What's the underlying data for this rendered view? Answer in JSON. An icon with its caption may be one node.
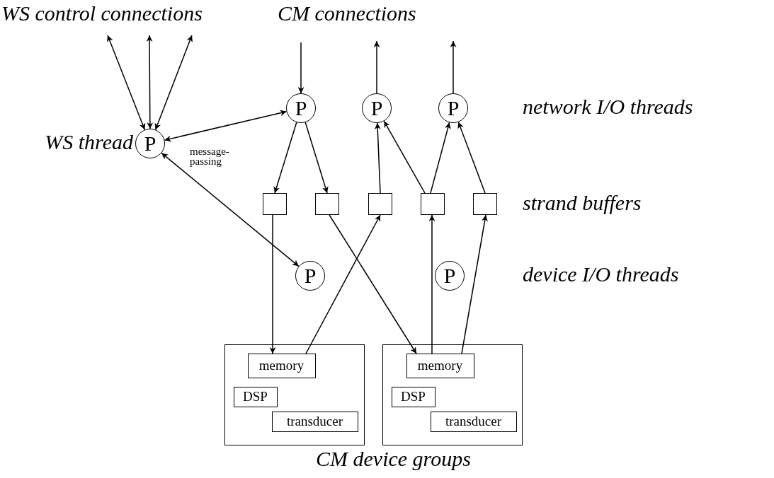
{
  "diagram": {
    "nodes": [
      {
        "text": [
          "P"
        ]
      },
      {
        "text": [
          "P"
        ]
      },
      {
        "text": [
          "P"
        ]
      },
      {
        "text": [
          "P"
        ]
      },
      {
        "text": [],
        "shape": "box"
      },
      {
        "text": [],
        "shape": "box"
      },
      {
        "text": [],
        "shape": "box"
      },
      {
        "text": [],
        "shape": "box"
      },
      {
        "text": [],
        "shape": "box"
      },
      {
        "text": [
          "P"
        ]
      },
      {
        "text": [
          "P"
        ]
      },
      {
        "text": [],
        "shape": "box"
      },
      {
        "text": [
          "memory"
        ],
        "in": 11
      },
      {
        "text": [
          "DSP"
        ],
        "in": 11
      },
      {
        "text": [
          "transducer"
        ],
        "in": 11
      },
      {
        "text": [],
        "shape": "box"
      },
      {
        "text": [
          "memory"
        ],
        "in": 15
      },
      {
        "text": [
          "DSP"
        ],
        "in": 15
      },
      {
        "text": [
          "transducer"
        ],
        "in": 15
      }
    ],
    "edges": [
      {
        "from": 0,
        "to": null,
        "arrow": "both"
      },
      {
        "from": 0,
        "to": null,
        "arrow": "both"
      },
      {
        "from": 0,
        "to": null,
        "arrow": "both"
      },
      {
        "from": null,
        "to": 1,
        "arrow": "to"
      },
      {
        "from": 2,
        "to": null,
        "arrow": "to"
      },
      {
        "from": 3,
        "to": null,
        "arrow": "to"
      },
      {
        "from": 0,
        "to": 1,
        "arrow": "both"
      },
      {
        "from": 0,
        "to": 9,
        "arrow": "both"
      },
      {
        "from": 1,
        "to": 4,
        "arrow": "to"
      },
      {
        "from": 1,
        "to": 5,
        "arrow": "to"
      },
      {
        "from": 6,
        "to": 2,
        "arrow": "to"
      },
      {
        "from": 7,
        "to": 2,
        "arrow": "to"
      },
      {
        "from": 7,
        "to": 3,
        "arrow": "to"
      },
      {
        "from": 8,
        "to": 3,
        "arrow": "to"
      },
      {
        "from": 4,
        "to": 12,
        "arrow": "to"
      },
      {
        "from": 12,
        "to": 6,
        "arrow": "to"
      },
      {
        "from": 5,
        "to": 16,
        "arrow": "to"
      },
      {
        "from": 16,
        "to": 7,
        "arrow": "to"
      },
      {
        "from": 16,
        "to": 8,
        "arrow": "to"
      }
    ],
    "labels": [
      "WS control connections",
      "CM connections",
      "network I/O threads",
      "WS thread",
      "message-passing",
      "strand buffers",
      "device I/O threads",
      "CM device groups"
    ]
  }
}
